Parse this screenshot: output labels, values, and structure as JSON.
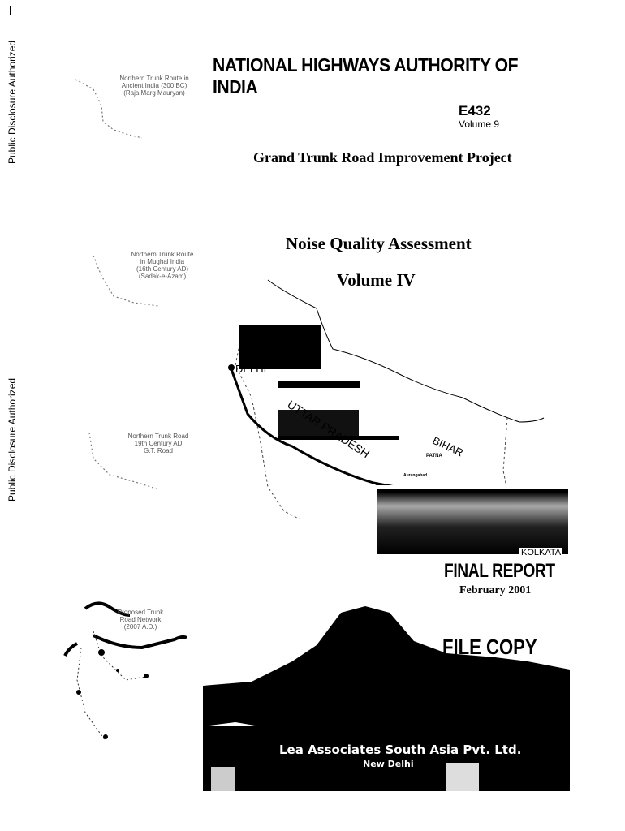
{
  "side_notes": [
    "Public Disclosure Authorized",
    "Public Disclosure Authorized"
  ],
  "header": {
    "agency": "NATIONAL HIGHWAYS AUTHORITY OF INDIA",
    "report_code": "E432",
    "volume_label": "Volume 9",
    "project": "Grand Trunk Road Improvement Project"
  },
  "title": {
    "main": "Noise Quality Assessment",
    "volume": "Volume IV"
  },
  "map_captions": [
    {
      "lines": [
        "Northern Trunk Route in",
        "Ancient India (300 BC)",
        "(Raja Marg Mauryan)"
      ]
    },
    {
      "lines": [
        "Northern Trunk Route",
        "in Mughal India",
        "(16th Century AD)",
        "(Sadak-e-Azam)"
      ]
    },
    {
      "lines": [
        "Northern Trunk Road",
        "19th Century AD",
        "G.T. Road"
      ]
    },
    {
      "lines": [
        "Proposed Trunk",
        "Road Network",
        "(2007 A.D.)"
      ]
    }
  ],
  "main_map": {
    "labels": {
      "delhi": "DELHI",
      "state1": "UTTAR PRADESH",
      "state2": "BIHAR",
      "patna": "PATNA",
      "kolkata": "KOLKATA",
      "aurangabad": "Aurangabad"
    }
  },
  "report": {
    "type": "FINAL REPORT",
    "date": "February 2001",
    "stamp": "FILE COPY"
  },
  "consultant": {
    "name": "Lea Associates South Asia Pvt. Ltd.",
    "city": "New Delhi"
  }
}
